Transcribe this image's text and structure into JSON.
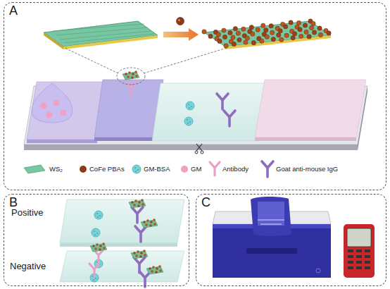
{
  "diagram": {
    "nodes": [
      {
        "text": [
          "A"
        ]
      },
      {
        "text": [
          "B"
        ]
      },
      {
        "text": [
          "C"
        ]
      }
    ],
    "labels": [
      "Positive",
      "Negative"
    ],
    "legend": [
      {
        "text": "WS₂"
      },
      {
        "text": "CoFe PBAs"
      },
      {
        "text": "GM-BSA"
      },
      {
        "text": "GM"
      },
      {
        "text": "Antibody"
      },
      {
        "text": "Goat anti-mouse IgG"
      }
    ]
  }
}
